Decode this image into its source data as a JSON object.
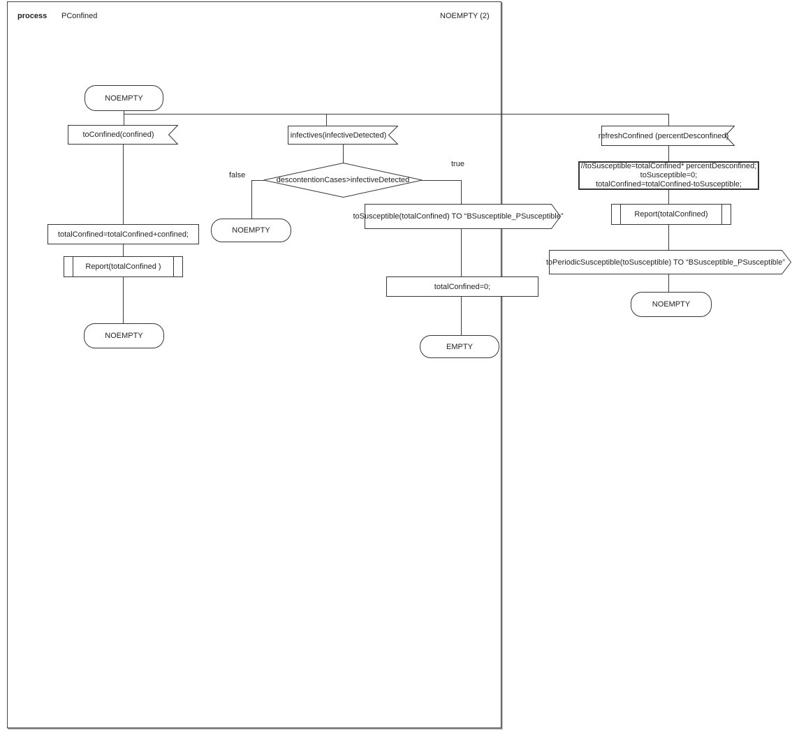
{
  "header": {
    "kind": "process",
    "name": "PConfined",
    "page": "NOEMPTY (2)"
  },
  "colors": {
    "stroke": "#3a3a3a",
    "frame_border": "#434343",
    "background": "#ffffff"
  },
  "branch_labels": {
    "false": "false",
    "true": "true"
  },
  "symbols": {
    "start_state": "NOEMPTY",
    "input_to_confined": "toConfined(confined)",
    "task_accumulate": "totalConfined=totalConfined+confined;",
    "proc_report_left": "Report(totalConfined )",
    "end_state_left": "NOEMPTY",
    "input_infectives": "infectives(infectiveDetected)",
    "decision_condition": "descontentionCases>infectiveDetected",
    "end_state_false": "NOEMPTY",
    "output_to_susceptible": "toSusceptible(totalConfined) TO “BSusceptible_PSusceptible”",
    "task_reset": "totalConfined=0;",
    "end_state_true": "EMPTY",
    "input_refresh_confined": "refreshConfined (percentDesconfined)",
    "task_refresh_line1": "//toSusceptible=totalConfined* percentDesconfined;",
    "task_refresh_line2": "toSusceptible=0;",
    "task_refresh_line3": "totalConfined=totalConfined-toSusceptible;",
    "proc_report_right": "Report(totalConfined)",
    "output_to_periodic": "toPeriodicSusceptible(toSusceptible) TO “BSusceptible_PSusceptible”",
    "end_state_right": "NOEMPTY"
  }
}
